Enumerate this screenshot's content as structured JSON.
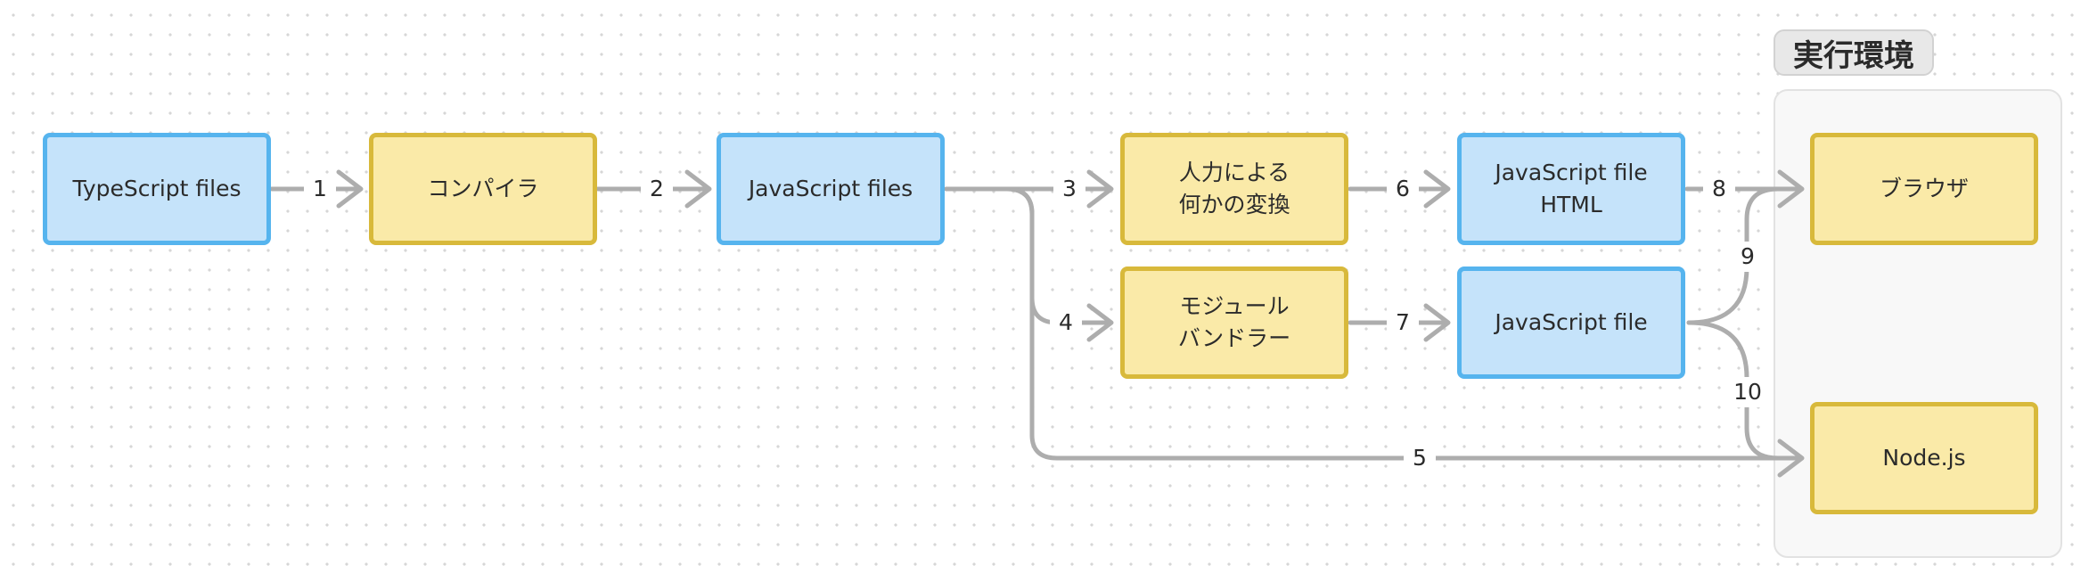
{
  "group": {
    "label": "実行環境"
  },
  "nodes": {
    "ts_files": "TypeScript files",
    "compiler": "コンパイラ",
    "js_files": "JavaScript files",
    "manual_transform": "人力による\n何かの変換",
    "bundler": "モジュール\nバンドラー",
    "js_html": "JavaScript file\nHTML",
    "js_file": "JavaScript file",
    "browser": "ブラウザ",
    "nodejs": "Node.js"
  },
  "edges": {
    "e1": "1",
    "e2": "2",
    "e3": "3",
    "e4": "4",
    "e5": "5",
    "e6": "6",
    "e7": "7",
    "e8": "8",
    "e9": "9",
    "e10": "10"
  },
  "colors": {
    "blue_fill": "#c5e3fa",
    "blue_border": "#56b4ee",
    "yellow_fill": "#faeaa8",
    "yellow_border": "#d8b93b",
    "edge": "#adadad"
  }
}
